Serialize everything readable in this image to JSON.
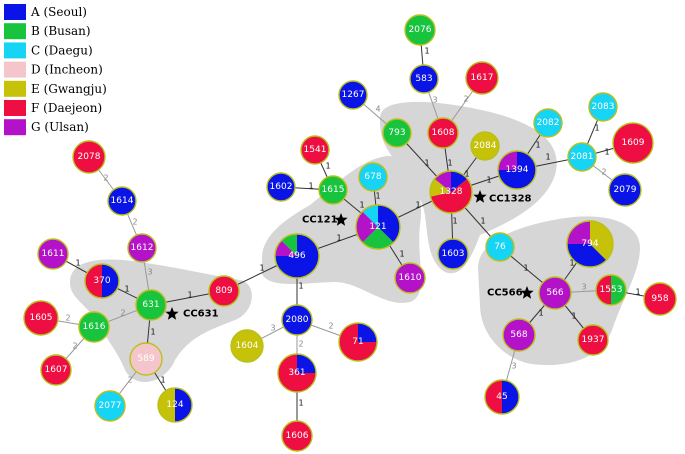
{
  "colors": {
    "A": "#0a14e6",
    "B": "#18c43e",
    "C": "#16d4f4",
    "D": "#f4c6cc",
    "E": "#c6c20a",
    "F": "#ee0e42",
    "G": "#b412c8",
    "border": "#b9c01a",
    "cluster": "#d6d6d6"
  },
  "legend": [
    {
      "key": "A",
      "label": "A (Seoul)"
    },
    {
      "key": "B",
      "label": "B (Busan)"
    },
    {
      "key": "C",
      "label": "C (Daegu)"
    },
    {
      "key": "D",
      "label": "D (Incheon)"
    },
    {
      "key": "E",
      "label": "E (Gwangju)"
    },
    {
      "key": "F",
      "label": "F (Daejeon)"
    },
    {
      "key": "G",
      "label": "G (Ulsan)"
    }
  ],
  "complexes": [
    {
      "id": "cc631",
      "label": "CC631"
    },
    {
      "id": "cc121",
      "label": "CC121"
    },
    {
      "id": "cc1328",
      "label": "CC1328"
    },
    {
      "id": "cc566",
      "label": "CC566"
    }
  ],
  "nodes": [
    {
      "id": "2076",
      "label": "2076",
      "slices": [
        [
          "B",
          1
        ]
      ]
    },
    {
      "id": "583",
      "label": "583",
      "slices": [
        [
          "A",
          1
        ]
      ]
    },
    {
      "id": "1617",
      "label": "1617",
      "slices": [
        [
          "F",
          1
        ]
      ]
    },
    {
      "id": "1267",
      "label": "1267",
      "slices": [
        [
          "A",
          1
        ]
      ]
    },
    {
      "id": "793",
      "label": "793",
      "slices": [
        [
          "B",
          1
        ]
      ]
    },
    {
      "id": "1608",
      "label": "1608",
      "slices": [
        [
          "F",
          1
        ]
      ]
    },
    {
      "id": "2084",
      "label": "2084",
      "slices": [
        [
          "E",
          1
        ]
      ]
    },
    {
      "id": "2082",
      "label": "2082",
      "slices": [
        [
          "C",
          1
        ]
      ]
    },
    {
      "id": "2083",
      "label": "2083",
      "slices": [
        [
          "C",
          1
        ]
      ]
    },
    {
      "id": "1609",
      "label": "1609",
      "slices": [
        [
          "F",
          1
        ]
      ]
    },
    {
      "id": "2081",
      "label": "2081",
      "slices": [
        [
          "C",
          1
        ]
      ]
    },
    {
      "id": "1394",
      "label": "1394",
      "slices": [
        [
          "A",
          3
        ],
        [
          "G",
          1
        ]
      ]
    },
    {
      "id": "2079",
      "label": "2079",
      "slices": [
        [
          "A",
          1
        ]
      ]
    },
    {
      "id": "1328",
      "label": "1328",
      "slices": [
        [
          "A",
          1
        ],
        [
          "F",
          4
        ],
        [
          "E",
          1
        ],
        [
          "G",
          1
        ]
      ]
    },
    {
      "id": "1541",
      "label": "1541",
      "slices": [
        [
          "F",
          1
        ]
      ]
    },
    {
      "id": "1602",
      "label": "1602",
      "slices": [
        [
          "A",
          1
        ]
      ]
    },
    {
      "id": "1615",
      "label": "1615",
      "slices": [
        [
          "B",
          1
        ]
      ]
    },
    {
      "id": "678",
      "label": "678",
      "slices": [
        [
          "C",
          1
        ]
      ]
    },
    {
      "id": "121",
      "label": "121",
      "slices": [
        [
          "A",
          3
        ],
        [
          "B",
          2
        ],
        [
          "G",
          2
        ],
        [
          "C",
          1
        ]
      ]
    },
    {
      "id": "1603",
      "label": "1603",
      "slices": [
        [
          "A",
          1
        ]
      ]
    },
    {
      "id": "76",
      "label": "76",
      "slices": [
        [
          "C",
          1
        ]
      ]
    },
    {
      "id": "496",
      "label": "496",
      "slices": [
        [
          "A",
          6
        ],
        [
          "G",
          1
        ],
        [
          "B",
          1
        ]
      ]
    },
    {
      "id": "1610",
      "label": "1610",
      "slices": [
        [
          "G",
          1
        ]
      ]
    },
    {
      "id": "794",
      "label": "794",
      "slices": [
        [
          "E",
          3
        ],
        [
          "A",
          3
        ],
        [
          "G",
          2
        ]
      ]
    },
    {
      "id": "2078",
      "label": "2078",
      "slices": [
        [
          "F",
          1
        ]
      ]
    },
    {
      "id": "1614",
      "label": "1614",
      "slices": [
        [
          "A",
          1
        ]
      ]
    },
    {
      "id": "1612",
      "label": "1612",
      "slices": [
        [
          "G",
          1
        ]
      ]
    },
    {
      "id": "1611",
      "label": "1611",
      "slices": [
        [
          "G",
          1
        ]
      ]
    },
    {
      "id": "370",
      "label": "370",
      "slices": [
        [
          "A",
          1
        ],
        [
          "F",
          1
        ]
      ]
    },
    {
      "id": "631",
      "label": "631",
      "slices": [
        [
          "B",
          1
        ]
      ]
    },
    {
      "id": "809",
      "label": "809",
      "slices": [
        [
          "F",
          1
        ]
      ]
    },
    {
      "id": "566",
      "label": "566",
      "slices": [
        [
          "G",
          1
        ]
      ]
    },
    {
      "id": "1553",
      "label": "1553",
      "slices": [
        [
          "B",
          1
        ],
        [
          "F",
          1
        ]
      ]
    },
    {
      "id": "958",
      "label": "958",
      "slices": [
        [
          "F",
          1
        ]
      ]
    },
    {
      "id": "1605",
      "label": "1605",
      "slices": [
        [
          "F",
          1
        ]
      ]
    },
    {
      "id": "1616",
      "label": "1616",
      "slices": [
        [
          "B",
          1
        ]
      ]
    },
    {
      "id": "2080",
      "label": "2080",
      "slices": [
        [
          "A",
          1
        ]
      ]
    },
    {
      "id": "568",
      "label": "568",
      "slices": [
        [
          "G",
          1
        ]
      ]
    },
    {
      "id": "1937",
      "label": "1937",
      "slices": [
        [
          "F",
          1
        ]
      ]
    },
    {
      "id": "1604",
      "label": "1604",
      "slices": [
        [
          "E",
          1
        ]
      ]
    },
    {
      "id": "71",
      "label": "71",
      "slices": [
        [
          "A",
          1
        ],
        [
          "F",
          3
        ]
      ]
    },
    {
      "id": "589",
      "label": "589",
      "slices": [
        [
          "D",
          1
        ]
      ]
    },
    {
      "id": "1607",
      "label": "1607",
      "slices": [
        [
          "F",
          1
        ]
      ]
    },
    {
      "id": "361",
      "label": "361",
      "slices": [
        [
          "A",
          1
        ],
        [
          "F",
          3
        ]
      ]
    },
    {
      "id": "124",
      "label": "124",
      "slices": [
        [
          "A",
          1
        ],
        [
          "E",
          1
        ]
      ]
    },
    {
      "id": "2077",
      "label": "2077",
      "slices": [
        [
          "C",
          1
        ]
      ]
    },
    {
      "id": "45",
      "label": "45",
      "slices": [
        [
          "A",
          1
        ],
        [
          "F",
          1
        ]
      ]
    },
    {
      "id": "1606",
      "label": "1606",
      "slices": [
        [
          "F",
          1
        ]
      ]
    }
  ],
  "edges": [
    {
      "from": "2076",
      "to": "583",
      "label": "1"
    },
    {
      "from": "583",
      "to": "1608",
      "label": "3"
    },
    {
      "from": "1617",
      "to": "1608",
      "label": "2"
    },
    {
      "from": "1267",
      "to": "793",
      "label": "4"
    },
    {
      "from": "793",
      "to": "1328",
      "label": "1"
    },
    {
      "from": "1608",
      "to": "1328",
      "label": "1"
    },
    {
      "from": "2084",
      "to": "1328",
      "label": "1"
    },
    {
      "from": "1394",
      "to": "1328",
      "label": "1"
    },
    {
      "from": "2082",
      "to": "1394",
      "label": "1"
    },
    {
      "from": "1394",
      "to": "2081",
      "label": "1"
    },
    {
      "from": "2083",
      "to": "2081",
      "label": "1"
    },
    {
      "from": "1609",
      "to": "2081",
      "label": "1"
    },
    {
      "from": "2079",
      "to": "2081",
      "label": "2"
    },
    {
      "from": "1328",
      "to": "1603",
      "label": "1"
    },
    {
      "from": "1328",
      "to": "76",
      "label": "1"
    },
    {
      "from": "121",
      "to": "1328",
      "label": "1"
    },
    {
      "from": "1541",
      "to": "1615",
      "label": "1"
    },
    {
      "from": "1602",
      "to": "1615",
      "label": "1"
    },
    {
      "from": "1615",
      "to": "121",
      "label": "1"
    },
    {
      "from": "678",
      "to": "121",
      "label": "1"
    },
    {
      "from": "496",
      "to": "121",
      "label": "1"
    },
    {
      "from": "121",
      "to": "1610",
      "label": "1"
    },
    {
      "from": "809",
      "to": "496",
      "label": "1"
    },
    {
      "from": "496",
      "to": "2080",
      "label": "1"
    },
    {
      "from": "2080",
      "to": "1604",
      "label": "3"
    },
    {
      "from": "2080",
      "to": "71",
      "label": "2"
    },
    {
      "from": "2080",
      "to": "361",
      "label": "2"
    },
    {
      "from": "361",
      "to": "1606",
      "label": "1"
    },
    {
      "from": "2078",
      "to": "1614",
      "label": "2"
    },
    {
      "from": "1614",
      "to": "1612",
      "label": "2"
    },
    {
      "from": "1612",
      "to": "631",
      "label": "3"
    },
    {
      "from": "1611",
      "to": "370",
      "label": "1"
    },
    {
      "from": "370",
      "to": "631",
      "label": "1"
    },
    {
      "from": "631",
      "to": "809",
      "label": "1"
    },
    {
      "from": "1605",
      "to": "1616",
      "label": "2"
    },
    {
      "from": "1616",
      "to": "631",
      "label": "2"
    },
    {
      "from": "1616",
      "to": "1607",
      "label": "2"
    },
    {
      "from": "631",
      "to": "589",
      "label": "1"
    },
    {
      "from": "589",
      "to": "2077",
      "label": "2"
    },
    {
      "from": "589",
      "to": "124",
      "label": "1"
    },
    {
      "from": "76",
      "to": "566",
      "label": "1"
    },
    {
      "from": "566",
      "to": "794",
      "label": "1"
    },
    {
      "from": "566",
      "to": "1553",
      "label": "3"
    },
    {
      "from": "1553",
      "to": "958",
      "label": "1"
    },
    {
      "from": "566",
      "to": "568",
      "label": "1"
    },
    {
      "from": "566",
      "to": "1937",
      "label": "1"
    },
    {
      "from": "568",
      "to": "45",
      "label": "3"
    }
  ]
}
